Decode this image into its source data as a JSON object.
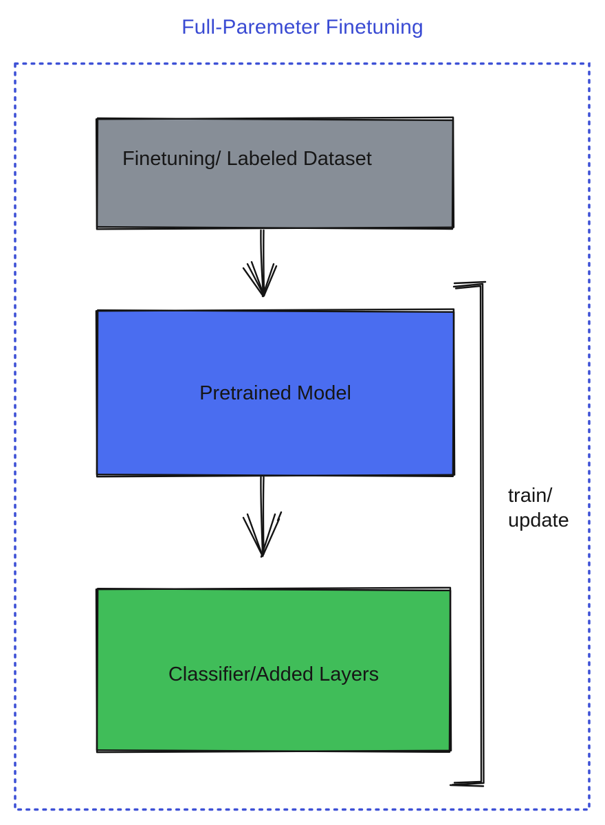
{
  "title": {
    "text": "Full-Paremeter Finetuning",
    "color": "#3a4bd3"
  },
  "frame": {
    "border_color": "#3e51d6"
  },
  "ink_color": "#141414",
  "boxes": [
    {
      "id": "dataset",
      "label": "Finetuning/ Labeled Dataset",
      "fill": "#878e97"
    },
    {
      "id": "pretrained",
      "label": "Pretrained Model",
      "fill": "#4a6df0"
    },
    {
      "id": "classifier",
      "label": "Classifier/Added Layers",
      "fill": "#40bd59"
    }
  ],
  "arrows": [
    {
      "from": "dataset",
      "to": "pretrained"
    },
    {
      "from": "pretrained",
      "to": "classifier"
    }
  ],
  "bracket": {
    "label_line1": "train/",
    "label_line2": "update",
    "spans": "pretrained-and-classifier"
  }
}
